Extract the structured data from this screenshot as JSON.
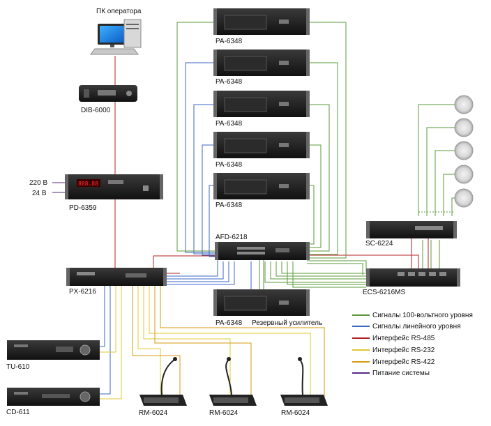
{
  "labels": {
    "pc": "ПК оператора",
    "dib": "DIB-6000",
    "pd": "PD-6359",
    "v220": "220 В",
    "v24": "24 В",
    "pa1": "PA-6348",
    "pa2": "PA-6348",
    "pa3": "PA-6348",
    "pa4": "PA-6348",
    "pa5": "PA-6348",
    "afd": "AFD-6218",
    "pa_reserve": "PA-6348",
    "reserve": "Резервный усилитель",
    "px": "PX-6216",
    "sc": "SC-6224",
    "ecs": "ECS-6216MS",
    "tu": "TU-610",
    "cd": "CD-611",
    "rm1": "RM-6024",
    "rm2": "RM-6024",
    "rm3": "RM-6024"
  },
  "legend": [
    {
      "label": "Сигналы 100-вольтного уровня",
      "color": "#5a9a3a"
    },
    {
      "label": "Сигналы линейного уровня",
      "color": "#3a66c4"
    },
    {
      "label": "Интерфейс RS-485",
      "color": "#b52020"
    },
    {
      "label": "Интерфейс RS-232",
      "color": "#e0c832"
    },
    {
      "label": "Интерфейс RS-422",
      "color": "#d49a10"
    },
    {
      "label": "Питание системы",
      "color": "#5a2a86"
    }
  ],
  "colors": {
    "v100": "#5a9a3a",
    "line": "#3a66c4",
    "rs485": "#b52020",
    "rs232": "#e0c832",
    "rs422": "#d49a10",
    "power": "#5a2a86"
  }
}
